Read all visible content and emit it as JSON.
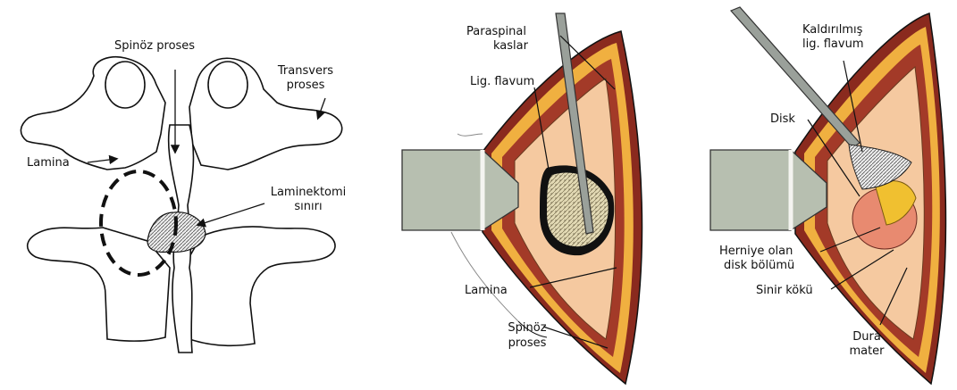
{
  "panel1": {
    "spinous": "Spinöz proses",
    "transverse_1": "Transvers",
    "transverse_2": "proses",
    "lamina": "Lamina",
    "laminectomy_1": "Laminektomi",
    "laminectomy_2": "sınırı"
  },
  "panel2": {
    "paraspinal_1": "Paraspinal",
    "paraspinal_2": "kaslar",
    "flavum": "Lig. flavum",
    "lamina": "Lamina",
    "spinous_1": "Spinöz",
    "spinous_2": "proses"
  },
  "panel3": {
    "removed_1": "Kaldırılmış",
    "removed_2": "lig. flavum",
    "disk": "Disk",
    "herniated_1": "Herniye olan",
    "herniated_2": "disk bölümü",
    "nerve_root": "Sinir kökü",
    "dura_1": "Dura",
    "dura_2": "mater"
  },
  "colors": {
    "skin": "#f5c9a0",
    "fat": "#f0b040",
    "muscle": "#8a2a1e",
    "retractor": "#b7bfb0",
    "flavum": "#d8cfa8"
  }
}
